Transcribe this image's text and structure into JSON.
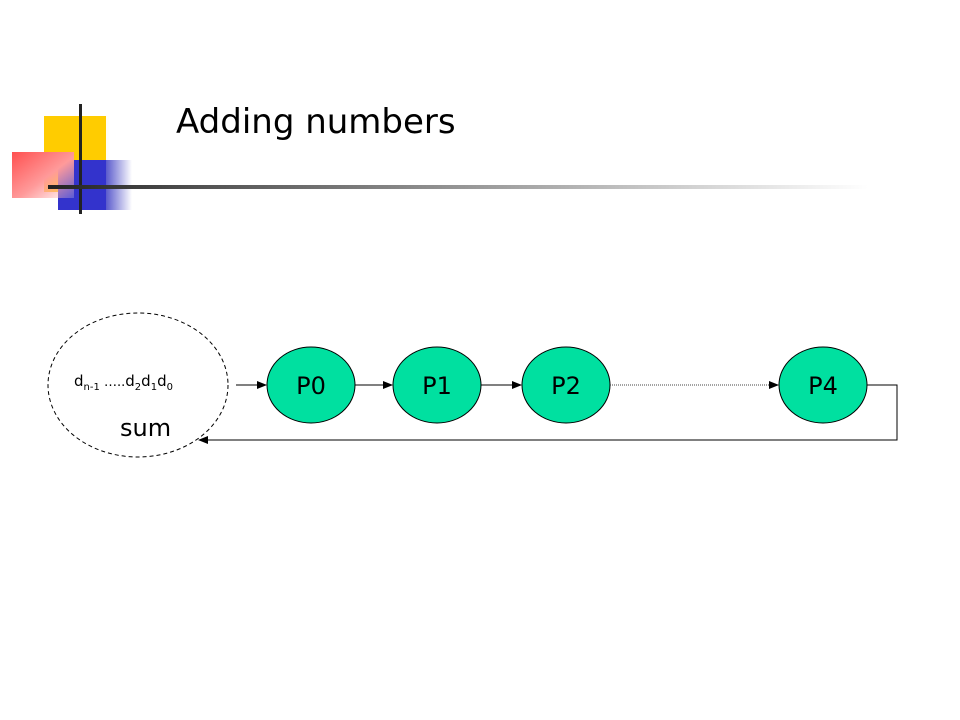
{
  "slide": {
    "title": "Adding numbers"
  },
  "diagram": {
    "input_set": {
      "digits": {
        "first_base": "d",
        "first_sub": "n-1",
        "ellipsis": " …..",
        "items": [
          {
            "base": "d",
            "sub": "2"
          },
          {
            "base": "d",
            "sub": "1"
          },
          {
            "base": "d",
            "sub": "0"
          }
        ]
      },
      "result_label": "sum"
    },
    "processors": [
      "P0",
      "P1",
      "P2",
      "P4"
    ]
  },
  "colors": {
    "node_fill": "#00e0a0",
    "stroke": "#000000",
    "logo_yellow": "#ffcc00",
    "logo_blue": "#3333cc",
    "logo_red": "#ff5050"
  }
}
